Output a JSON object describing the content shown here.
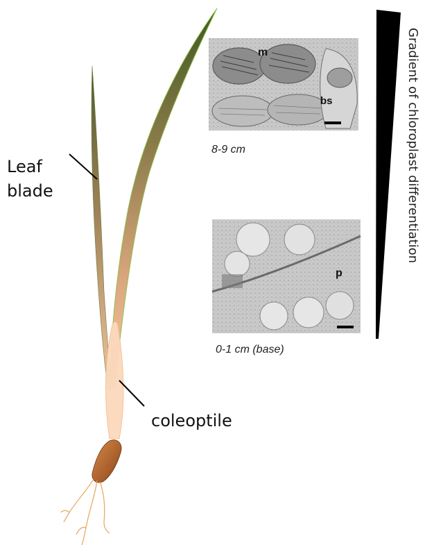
{
  "labels": {
    "leaf_blade_line1": "Leaf",
    "leaf_blade_line2": "blade",
    "coleoptile": "coleoptile"
  },
  "micrographs": [
    {
      "caption": "8-9 cm",
      "markers": {
        "m": "m",
        "bs": "bs"
      }
    },
    {
      "caption": "0-1 cm (base)",
      "markers": {
        "p": "p"
      }
    }
  ],
  "gradient": {
    "label": "Gradient of chloroplast differentiation"
  },
  "colors": {
    "leaf_tip": "#4a5a2a",
    "leaf_base": "#f6c9a6",
    "coleoptile": "#fbd9bd",
    "seed": "#b5652a",
    "root": "#e9a35a",
    "wedge": "#000000",
    "micrograph_gray": "#c8c8c8"
  }
}
